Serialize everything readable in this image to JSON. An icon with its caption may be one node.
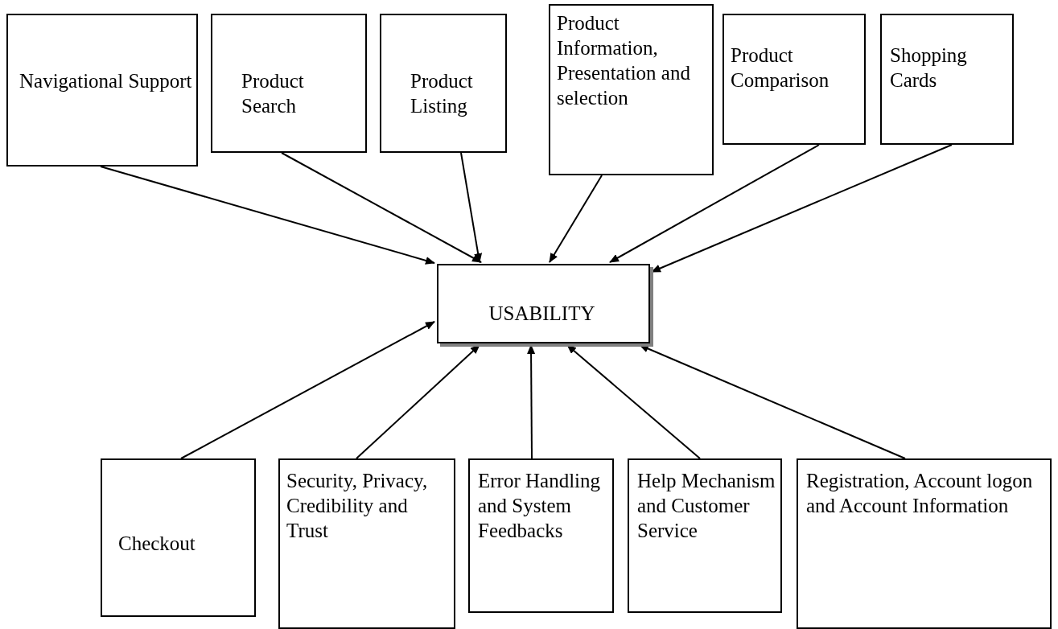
{
  "diagram": {
    "nodes": [
      {
        "text": [
          "Navigational Support"
        ]
      },
      {
        "text": [
          "Product Search"
        ]
      },
      {
        "text": [
          "Product Listing"
        ]
      },
      {
        "text": [
          "Product Information, Presentation and selection"
        ]
      },
      {
        "text": [
          "Product Comparison"
        ]
      },
      {
        "text": [
          "Shopping Cards"
        ]
      },
      {
        "text": [
          "USABILITY"
        ]
      },
      {
        "text": [
          "Checkout"
        ]
      },
      {
        "text": [
          "Security, Privacy, Credibility and Trust"
        ]
      },
      {
        "text": [
          "Error Handling and System Feedbacks"
        ]
      },
      {
        "text": [
          "Help Mechanism and Customer Service"
        ]
      },
      {
        "text": [
          "Registration, Account logon and Account Information"
        ]
      }
    ],
    "edges": [
      {
        "from": 0,
        "to": 6,
        "arrow": "to"
      },
      {
        "from": 1,
        "to": 6,
        "arrow": "to"
      },
      {
        "from": 2,
        "to": 6,
        "arrow": "to"
      },
      {
        "from": 3,
        "to": 6,
        "arrow": "to"
      },
      {
        "from": 4,
        "to": 6,
        "arrow": "to"
      },
      {
        "from": 5,
        "to": 6,
        "arrow": "to"
      },
      {
        "from": 7,
        "to": 6,
        "arrow": "to"
      },
      {
        "from": 8,
        "to": 6,
        "arrow": "to"
      },
      {
        "from": 9,
        "to": 6,
        "arrow": "to"
      },
      {
        "from": 10,
        "to": 6,
        "arrow": "to"
      },
      {
        "from": 11,
        "to": 6,
        "arrow": "to"
      }
    ]
  }
}
